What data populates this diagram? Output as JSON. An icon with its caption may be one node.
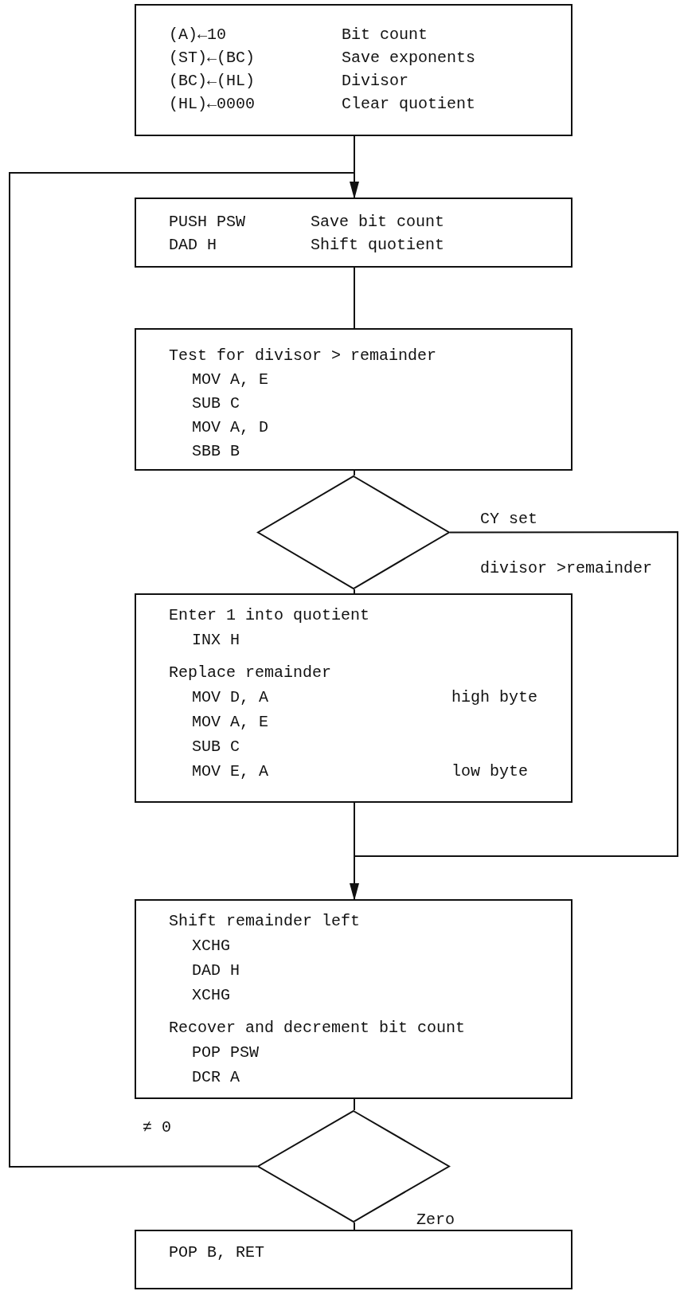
{
  "diagram": {
    "nodes": [
      {
        "text": [
          "(A)←10",
          "Bit count",
          "(ST)←(BC)",
          "Save exponents",
          "(BC)←(HL)",
          "Divisor",
          "(HL)←0000",
          "Clear quotient"
        ]
      },
      {
        "text": [
          "PUSH PSW",
          "Save bit count",
          "DAD H",
          "Shift quotient"
        ]
      },
      {
        "text": [
          "Test for divisor > remainder",
          "MOV A, E",
          "SUB C",
          "MOV A, D",
          "SBB B"
        ]
      },
      {
        "text": [],
        "shape": "diamond"
      },
      {
        "text": [
          "Enter 1 into quotient",
          "INX H",
          "Replace remainder",
          "MOV D, A",
          "high byte",
          "MOV A, E",
          "SUB C",
          "MOV E, A",
          "low byte"
        ]
      },
      {
        "text": [
          "Shift remainder left",
          "XCHG",
          "DAD H",
          "XCHG",
          "Recover and decrement bit count",
          "POP PSW",
          "DCR A"
        ]
      },
      {
        "text": [],
        "shape": "diamond"
      },
      {
        "text": [
          "POP B, RET"
        ]
      }
    ],
    "edges": [
      {
        "from": 0,
        "to": 1,
        "arrow": "none"
      },
      {
        "from": 1,
        "to": 2,
        "arrow": "none"
      },
      {
        "from": 2,
        "to": 3,
        "arrow": "none"
      },
      {
        "from": 3,
        "to": 4,
        "arrow": "none"
      },
      {
        "from": 3,
        "to": 5,
        "arrow": "to",
        "label": "CY set"
      },
      {
        "from": 4,
        "to": 5,
        "arrow": "none"
      },
      {
        "from": 5,
        "to": 6,
        "arrow": "none"
      },
      {
        "from": 6,
        "to": 7,
        "arrow": "none",
        "label": "Zero"
      },
      {
        "from": 6,
        "to": 1,
        "arrow": "to",
        "label": "≠ 0"
      }
    ],
    "labels": [
      "divisor >remainder"
    ]
  }
}
